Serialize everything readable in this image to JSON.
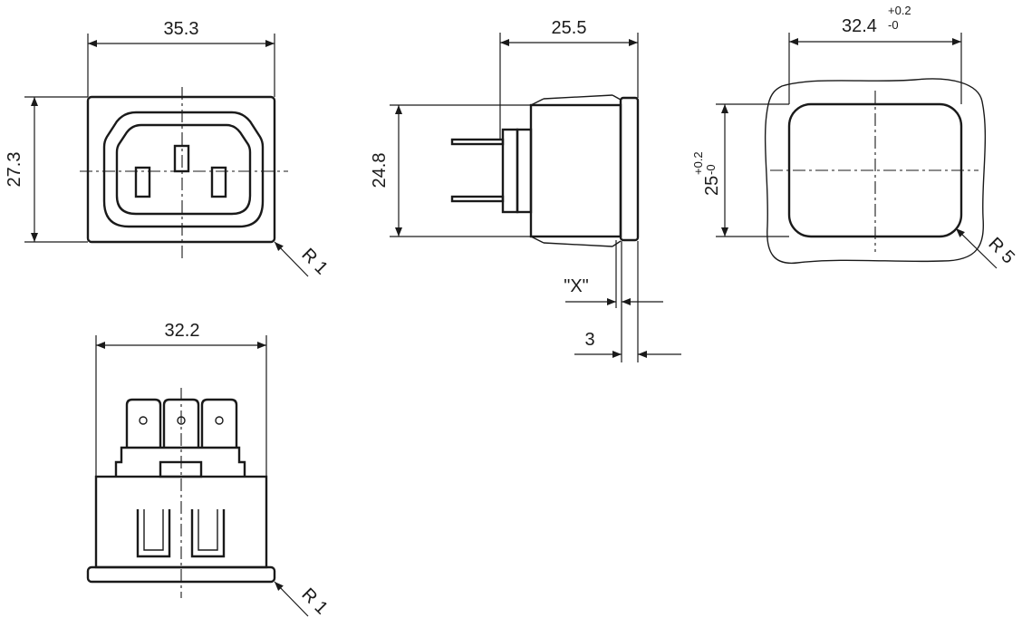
{
  "front_view": {
    "width_label": "35.3",
    "height_label": "27.3",
    "radius_label": "R 1"
  },
  "side_view": {
    "depth_label": "25.5",
    "height_label": "24.8",
    "x_label": "\"X\"",
    "thickness_label": "3"
  },
  "cutout_view": {
    "width_base": "32.4",
    "width_tol_upper": "+0.2",
    "width_tol_lower": "-0",
    "height_base": "25",
    "height_tol_upper": "+0.2",
    "height_tol_lower": "-0",
    "radius_label": "R 5"
  },
  "rear_view": {
    "width_label": "32.2",
    "radius_label": "R 1"
  }
}
